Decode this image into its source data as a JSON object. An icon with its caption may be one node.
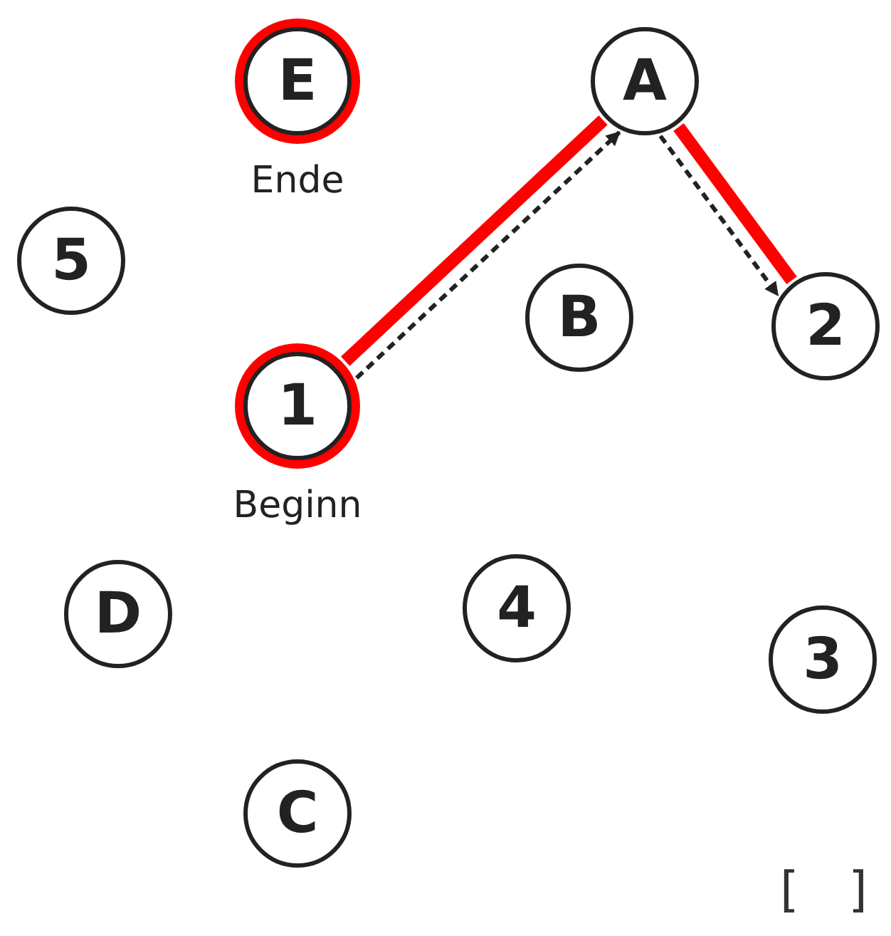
{
  "diagram": {
    "nodes": [
      {
        "text": [
          "E"
        ],
        "beside": [
          "Ende"
        ]
      },
      {
        "text": [
          "A"
        ]
      },
      {
        "text": [
          "5"
        ]
      },
      {
        "text": [
          "B"
        ]
      },
      {
        "text": [
          "2"
        ]
      },
      {
        "text": [
          "1"
        ],
        "beside": [
          "Beginn"
        ]
      },
      {
        "text": [
          "D"
        ]
      },
      {
        "text": [
          "4"
        ]
      },
      {
        "text": [
          "3"
        ]
      },
      {
        "text": [
          "C"
        ]
      }
    ],
    "edges": [
      {
        "from": 5,
        "to": 1,
        "arrow": "to",
        "style": "dashed"
      },
      {
        "from": 5,
        "to": 1,
        "arrow": "none",
        "style": "thick",
        "color": "#ff0000"
      },
      {
        "from": 1,
        "to": 4,
        "arrow": "to",
        "style": "dashed"
      },
      {
        "from": 1,
        "to": 4,
        "arrow": "none",
        "style": "thick",
        "color": "#ff0000"
      }
    ],
    "labels": [
      "[ ]"
    ]
  }
}
